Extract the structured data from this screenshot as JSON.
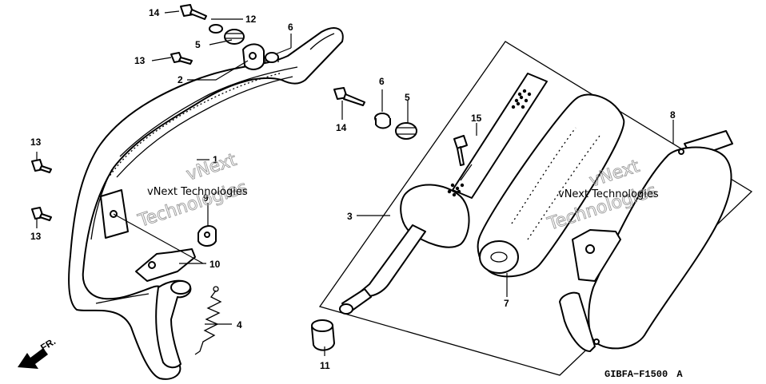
{
  "callouts": {
    "c1": "1",
    "c2": "2",
    "c3": "3",
    "c4": "4",
    "c5a": "5",
    "c5b": "5",
    "c6a": "6",
    "c6b": "6",
    "c7": "7",
    "c8": "8",
    "c9": "9",
    "c10": "10",
    "c11": "11",
    "c12": "12",
    "c13a": "13",
    "c13b": "13",
    "c13c": "13",
    "c14a": "14",
    "c14b": "14",
    "c15": "15"
  },
  "diagram_code": "GIBFA−F1500",
  "diagram_code_suffix": "A",
  "direction_label": "FR.",
  "watermark": {
    "line1": "vNext Technologies",
    "outline1": "vNext",
    "outline2": "Technologies"
  }
}
